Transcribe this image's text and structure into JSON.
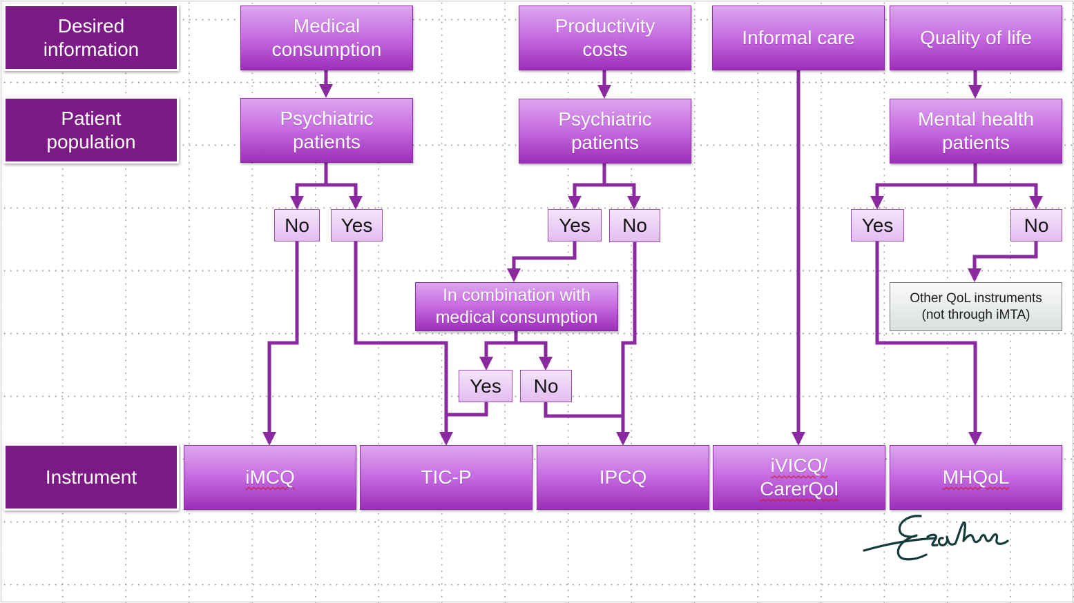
{
  "row_labels": {
    "desired": "Desired information",
    "population": "Patient population",
    "instrument": "Instrument"
  },
  "desired": [
    "Medical consumption",
    "Productivity costs",
    "Informal care",
    "Quality of life"
  ],
  "population": [
    "Psychiatric patients",
    "Psychiatric patients",
    "Mental health patients"
  ],
  "choices": {
    "medical_no": "No",
    "medical_yes": "Yes",
    "productivity_yes": "Yes",
    "productivity_no": "No",
    "combination_yes": "Yes",
    "combination_no": "No",
    "qol_yes": "Yes",
    "qol_no": "No"
  },
  "combination": "In combination with medical consumption",
  "other_qol": "Other QoL instruments (not through iMTA)",
  "instruments": [
    "iMCQ",
    "TIC-P",
    "IPCQ",
    "iVICQ/ CarerQol",
    "MHQoL"
  ],
  "colors": {
    "label_bg": "#7b1a85",
    "arrow": "#8b2aa0",
    "head_top": "#dda6ee",
    "head_bottom": "#9d2eb8",
    "choice_bg": "#e3bdf1"
  },
  "logo": "Erasmus"
}
